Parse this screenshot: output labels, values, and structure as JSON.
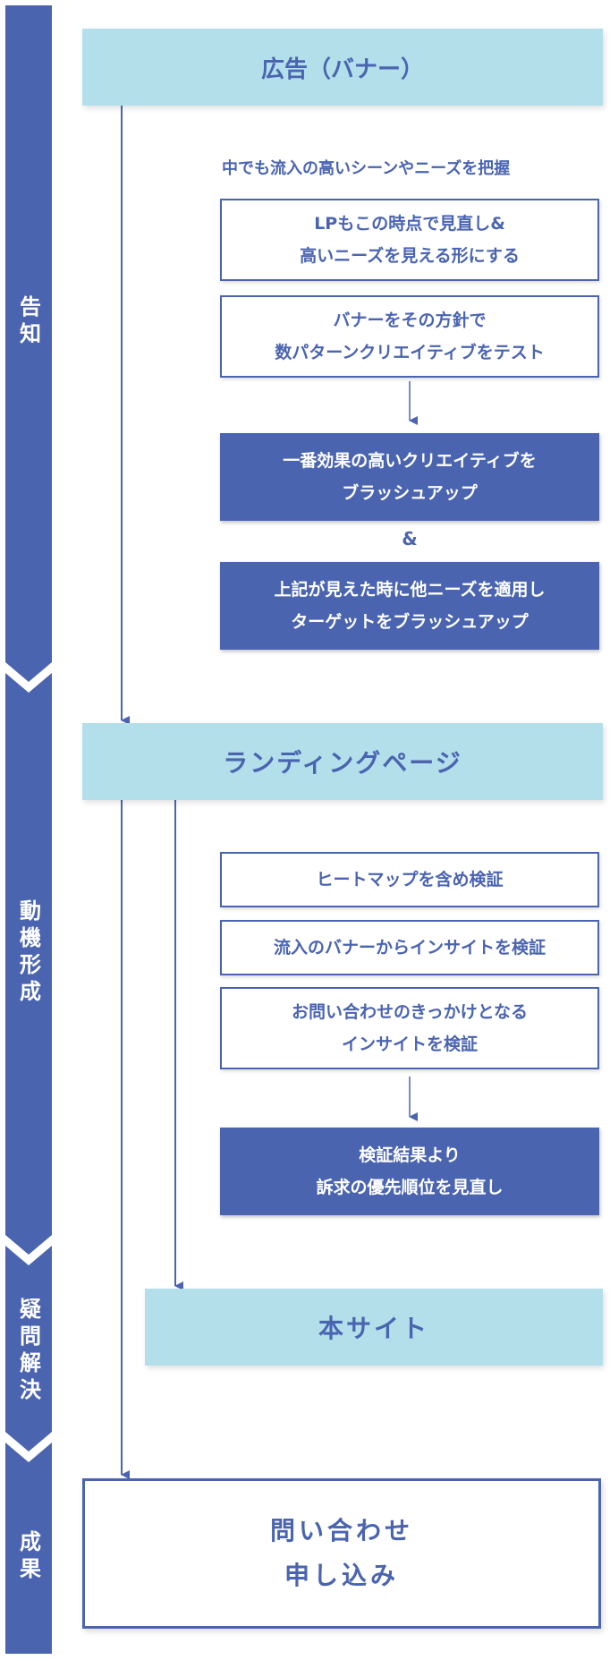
{
  "stages": {
    "awareness": "告知",
    "motivation": "動機形成",
    "question": "疑問解決",
    "result": "成果"
  },
  "banner": {
    "title": "広告（バナー）",
    "note": "中でも流入の高いシーンやニーズを把握",
    "box1_line1": "LPもこの時点で見直し&",
    "box1_line2": "高いニーズを見える形にする",
    "box2_line1": "バナーをその方針で",
    "box2_line2": "数パターンクリエイティブをテスト",
    "box3_line1": "一番効果の高いクリエイティブを",
    "box3_line2": "ブラッシュアップ",
    "amp": "&",
    "box4_line1": "上記が見えた時に他ニーズを適用し",
    "box4_line2": "ターゲットをブラッシュアップ"
  },
  "landing": {
    "title": "ランディングページ",
    "box1": "ヒートマップを含め検証",
    "box2": "流入のバナーからインサイトを検証",
    "box3_line1": "お問い合わせのきっかけとなる",
    "box3_line2": "インサイトを検証",
    "box4_line1": "検証結果より",
    "box4_line2": "訴求の優先順位を見直し"
  },
  "main_site": {
    "title": "本サイト"
  },
  "conversion": {
    "line1": "問い合わせ",
    "line2": "申し込み"
  },
  "colors": {
    "navy": "#4a64b0",
    "light_blue": "#b2dfea",
    "white": "#ffffff"
  }
}
